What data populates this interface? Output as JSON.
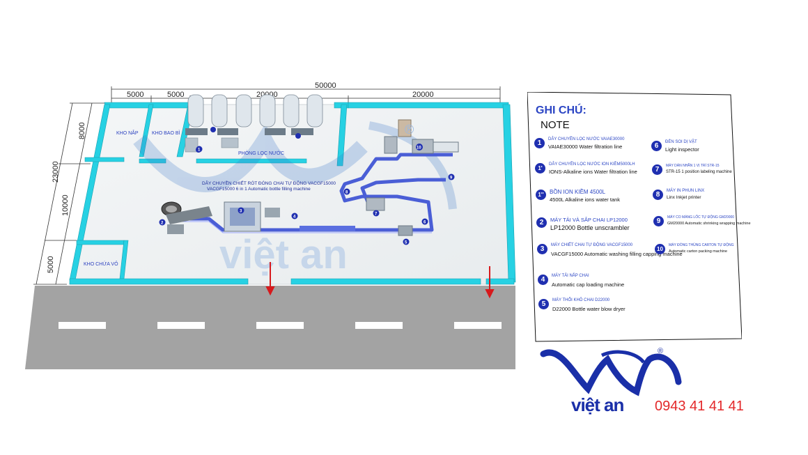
{
  "dimensions": {
    "top_total": "50000",
    "top_segments": [
      "5000",
      "5000",
      "20000",
      "20000"
    ],
    "side_total": "23000",
    "side_segments": [
      "8000",
      "10000",
      "5000"
    ]
  },
  "rooms": {
    "cap_storage": "KHO NẮP",
    "packaging_storage": "KHO BAO BÌ",
    "water_filter_room": "PHÒNG LỌC NƯỚC",
    "bottle_storage": "KHO CHỨA VỎ"
  },
  "line_labels": {
    "filling_line_vi": "DÂY CHUYỀN CHIẾT RÓT ĐÓNG CHAI TỰ ĐỘNG VACGF15000",
    "filling_line_en": "VACGF15000  6 in 1 Automatic bottle filling machine"
  },
  "note": {
    "title": "GHI CHÚ:",
    "subtitle": "NOTE",
    "items": [
      {
        "num": "1",
        "vi": "DÂY CHUYỀN LỌC NƯỚC VAIAE30000",
        "en": "VAIAE30000 Water filtration line"
      },
      {
        "num": "1'",
        "vi": "DÂY CHUYỀN LỌC NƯỚC ION KIỀM5000LH",
        "en": "IONS-Alkaline ions Water filtration line"
      },
      {
        "num": "1''",
        "vi": "BỒN ION KIỀM 4500L",
        "en": "4500L Alkaline ions water tank"
      },
      {
        "num": "2",
        "vi": "MÁY TẢI VÀ SẮP CHAI LP12000",
        "en": "LP12000 Bottle unscrambler"
      },
      {
        "num": "3",
        "vi": "MÁY CHIẾT CHAI TỰ ĐỘNG VACGF15000",
        "en": "VACGF15000 Automatic washing filling capping machine"
      },
      {
        "num": "4",
        "vi": "MÁY TẢI NẮP CHAI",
        "en": "Automatic cap loading machine"
      },
      {
        "num": "5",
        "vi": "MÁY THỔI KHÔ CHAI D22000",
        "en": "D22000 Bottle water blow dryer"
      },
      {
        "num": "6",
        "vi": "ĐÈN SOI DỊ VẬT",
        "en": "Light inspector"
      },
      {
        "num": "7",
        "vi": "MÁY DÁN NHÃN 1 VỊ TRÍ STR-15",
        "en": "STR-15 1 position labeling machine"
      },
      {
        "num": "8",
        "vi": "MÁY IN PHUN LINX",
        "en": "Linx Inkjet printer"
      },
      {
        "num": "9",
        "vi": "MÁY CO MÀNG LỐC TỰ ĐỘNG GM20000",
        "en": "GM20000 Automatic shrinking wrapping machine"
      },
      {
        "num": "10",
        "vi": "MÁY ĐÓNG THÙNG CARTON TỰ ĐỘNG",
        "en": "Automatic carton packing machine"
      }
    ]
  },
  "brand": {
    "name": "việt an",
    "phone": "0943 41 41 41",
    "registered": "®"
  },
  "colors": {
    "wall": "#27d1e3",
    "road": "#a3a3a3",
    "accent_blue": "#1f2fb0",
    "arrow_red": "#d7191c",
    "phone_red": "#e3282a"
  }
}
